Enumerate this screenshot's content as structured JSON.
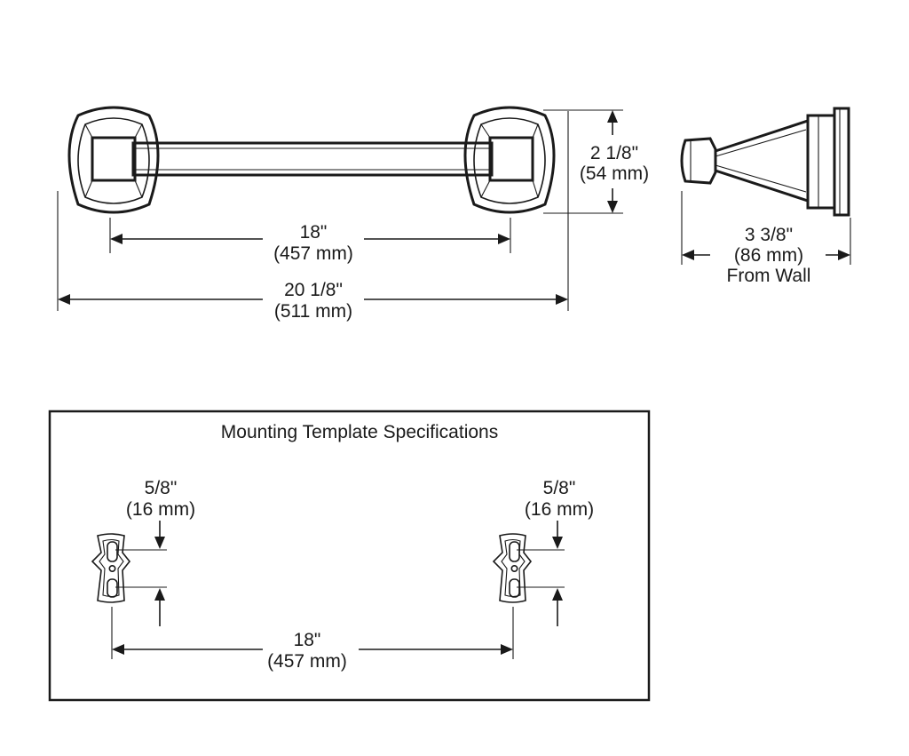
{
  "dimensions": {
    "bar_center": {
      "value": "18\"",
      "metric": "(457 mm)"
    },
    "overall_length": {
      "value": "20 1/8\"",
      "metric": "(511 mm)"
    },
    "height": {
      "value": "2 1/8\"",
      "metric": "(54 mm)"
    },
    "projection": {
      "value": "3 3/8\"",
      "metric": "(86 mm)",
      "note": "From Wall"
    }
  },
  "template": {
    "title": "Mounting Template Specifications",
    "left_offset": {
      "value": "5/8\"",
      "metric": "(16 mm)"
    },
    "right_offset": {
      "value": "5/8\"",
      "metric": "(16 mm)"
    },
    "hole_spacing": {
      "value": "18\"",
      "metric": "(457 mm)"
    }
  }
}
